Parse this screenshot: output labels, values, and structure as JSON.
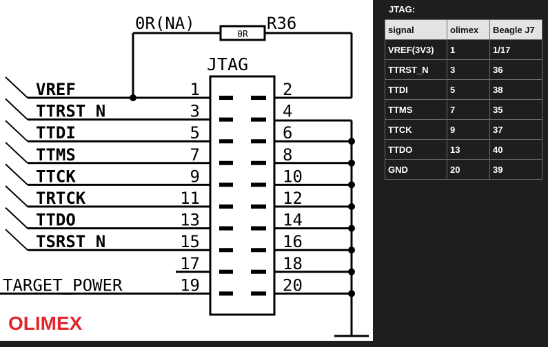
{
  "schematic": {
    "resistor": {
      "value_label": "0R(NA)",
      "ref": "R36",
      "body_text": "0R"
    },
    "connector_name": "JTAG",
    "left_signals": [
      {
        "name": "VREF",
        "pin": "1"
      },
      {
        "name": "TTRST_N",
        "pin": "3"
      },
      {
        "name": "TTDI",
        "pin": "5"
      },
      {
        "name": "TTMS",
        "pin": "7"
      },
      {
        "name": "TTCK",
        "pin": "9"
      },
      {
        "name": "TRTCK",
        "pin": "11"
      },
      {
        "name": "TTDO",
        "pin": "13"
      },
      {
        "name": "TSRST_N",
        "pin": "15"
      },
      {
        "name": "",
        "pin": "17"
      },
      {
        "name": "TARGET_POWER",
        "pin": "19"
      }
    ],
    "right_pins": [
      "2",
      "4",
      "6",
      "8",
      "10",
      "12",
      "14",
      "16",
      "18",
      "20"
    ],
    "logo": "OLIMEX",
    "colors": {
      "line": "#000000",
      "logo": "#e0262a",
      "background": "#ffffff"
    }
  },
  "table": {
    "title": "JTAG:",
    "headers": [
      "signal",
      "olimex",
      "Beagle J7"
    ],
    "rows": [
      [
        "VREF(3V3)",
        "1",
        "1/17"
      ],
      [
        "TTRST_N",
        "3",
        "36"
      ],
      [
        "TTDI",
        "5",
        "38"
      ],
      [
        "TTMS",
        "7",
        "35"
      ],
      [
        "TTCK",
        "9",
        "37"
      ],
      [
        "TTDO",
        "13",
        "40"
      ],
      [
        "GND",
        "20",
        "39"
      ]
    ],
    "colors": {
      "header_bg": "#e3e3e3",
      "body_bg": "#1e1e1e",
      "text": "#ffffff"
    }
  }
}
